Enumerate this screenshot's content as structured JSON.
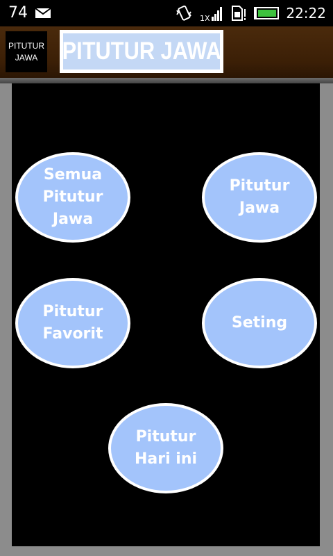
{
  "statusbar": {
    "notification_count": "74",
    "time": "22:22",
    "network_label": "1X",
    "icons": [
      "mail-icon",
      "vibrate-icon",
      "signal-icon",
      "sim-icon",
      "battery-icon"
    ],
    "battery_color": "#3ec23e"
  },
  "appbar": {
    "logo_line1": "PITUTUR",
    "logo_line2": "JAWA",
    "title": "PITUTUR JAWA"
  },
  "menu": {
    "semua": "Semua\nPitutur\nJawa",
    "pitutur_jawa": "Pitutur\nJawa",
    "favorit": "Pitutur\nFavorit",
    "seting": "Seting",
    "hari_ini": "Pitutur\nHari ini"
  },
  "colors": {
    "button_fill": "#a3c4fb",
    "button_border": "#ffffff",
    "header_brown": "#3b1f06",
    "panel_bg": "#000000",
    "frame_gray": "#8c8c8c"
  }
}
